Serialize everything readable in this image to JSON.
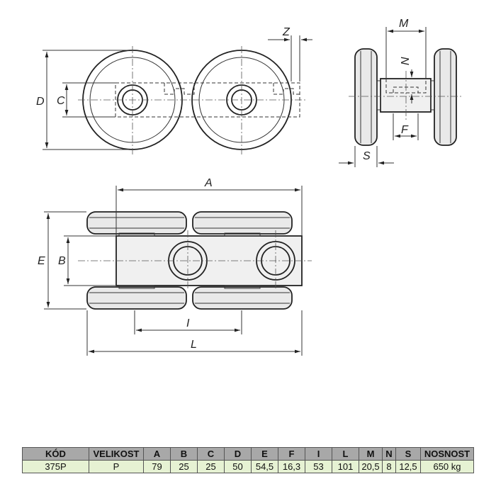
{
  "drawing": {
    "dimension_labels": {
      "Z": "Z",
      "M": "M",
      "D": "D",
      "C": "C",
      "N": "N",
      "F": "F",
      "S": "S",
      "A": "A",
      "E": "E",
      "B": "B",
      "I": "I",
      "L": "L"
    }
  },
  "table": {
    "headers": [
      "KÓD",
      "VELIKOST",
      "A",
      "B",
      "C",
      "D",
      "E",
      "F",
      "I",
      "L",
      "M",
      "N",
      "S",
      "NOSNOST"
    ],
    "row": [
      "375P",
      "P",
      "79",
      "25",
      "25",
      "50",
      "54,5",
      "16,3",
      "53",
      "101",
      "20,5",
      "8",
      "12,5",
      "650 kg"
    ]
  }
}
